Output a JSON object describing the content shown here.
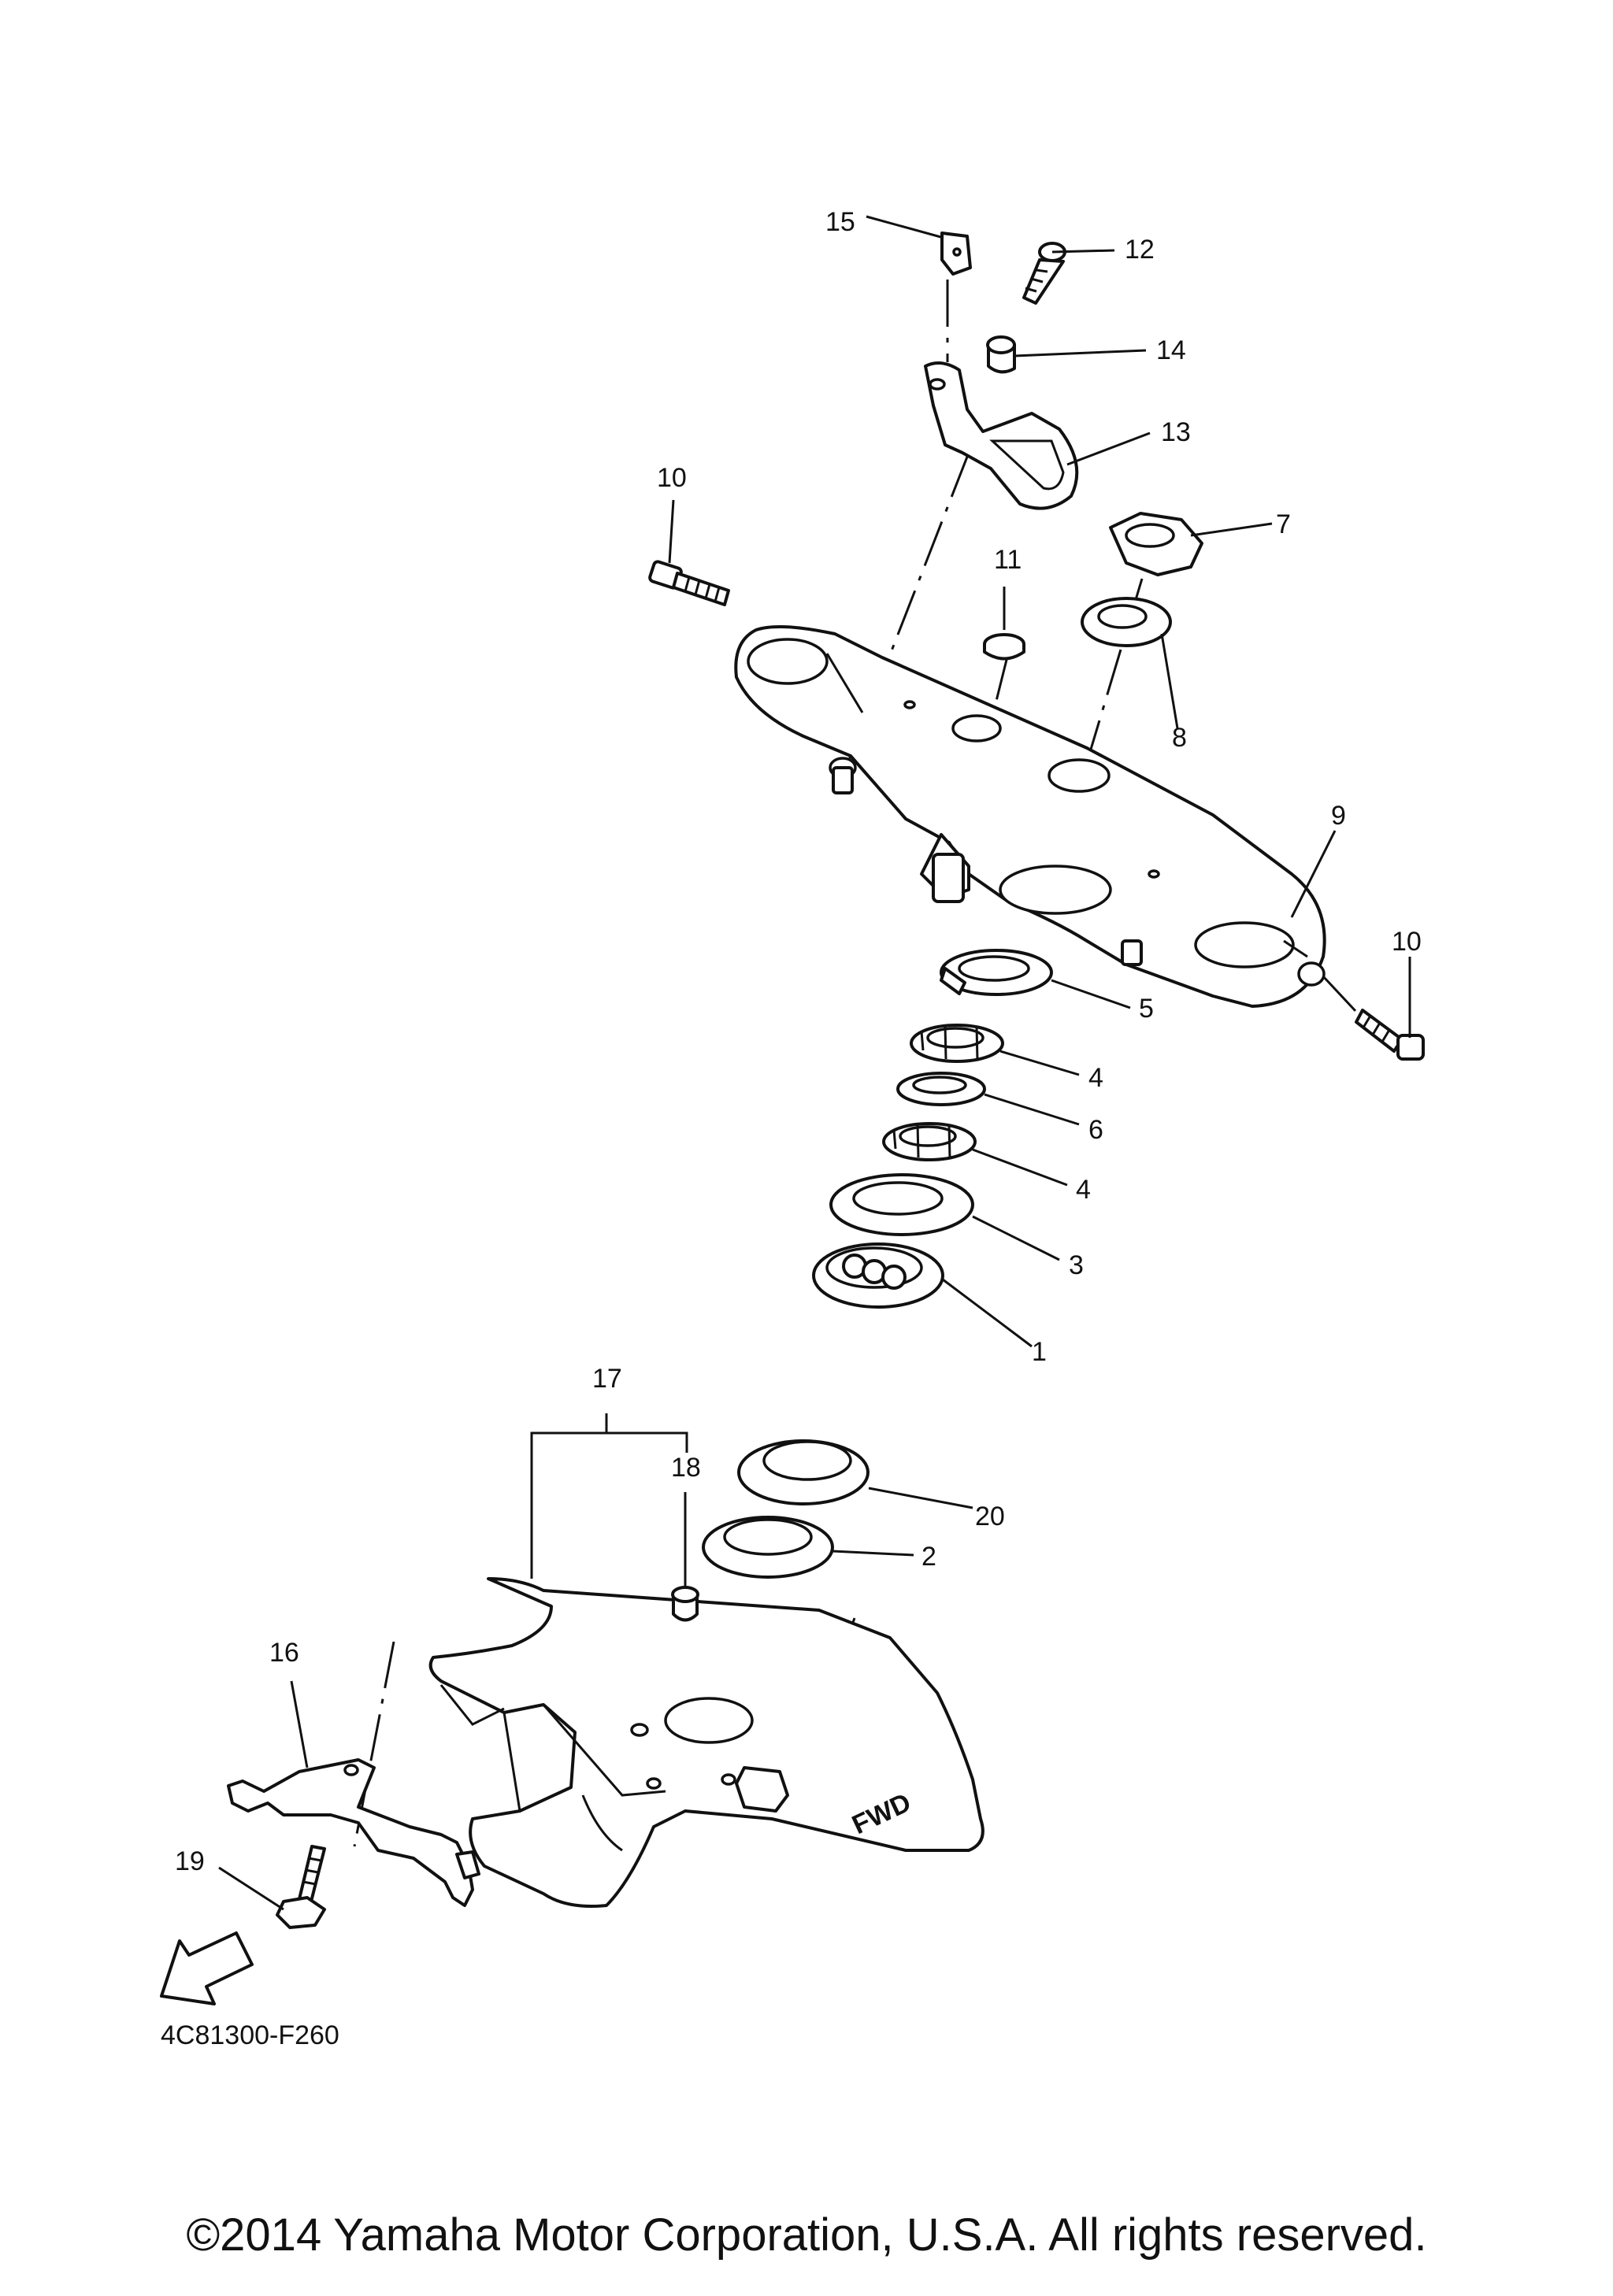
{
  "diagram": {
    "callouts": [
      "15",
      "12",
      "14",
      "13",
      "10",
      "11",
      "7",
      "8",
      "9",
      "10",
      "5",
      "4",
      "6",
      "4",
      "3",
      "1",
      "17",
      "18",
      "20",
      "2",
      "16",
      "19"
    ],
    "arrow_label": "FWD",
    "diagram_code": "4C81300-F260"
  },
  "footer": {
    "copyright": "©2014 Yamaha Motor Corporation, U.S.A. All rights reserved."
  }
}
